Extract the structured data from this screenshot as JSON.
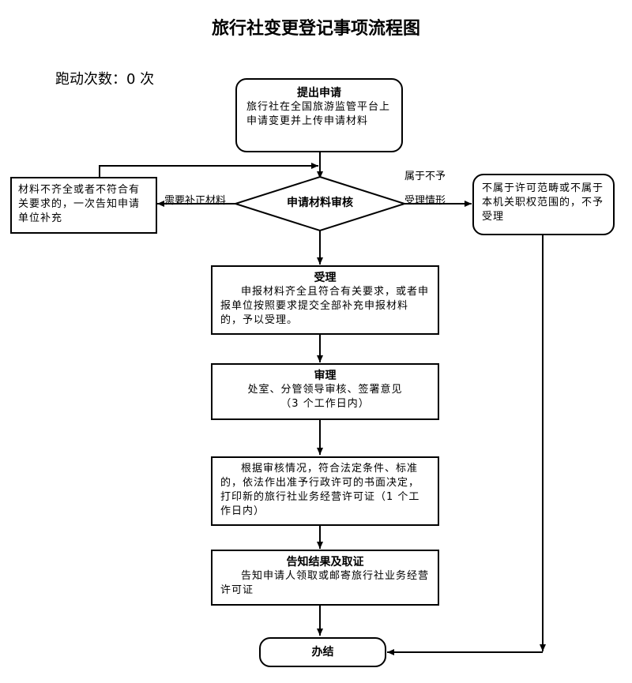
{
  "title": "旅行社变更登记事项流程图",
  "run_count": "跑动次数：0 次",
  "apply": {
    "heading": "提出申请",
    "text": "旅行社在全国旅游监管平台上申请变更并上传申请材料"
  },
  "review_materials": {
    "label": "申请材料审核"
  },
  "left_box": {
    "text": "材料不齐全或者不符合有关要求的，一次告知申请单位补充"
  },
  "left_label": "需要补正材料",
  "right_label_1": "属于不予",
  "right_label_2": "受理情形",
  "right_box": {
    "text": "不属于许可范畴或不属于本机关职权范围的，不予受理"
  },
  "accept": {
    "heading": "受理",
    "text": "申报材料齐全且符合有关要求，或者申报单位按照要求提交全部补充申报材料的，予以受理。"
  },
  "examine": {
    "heading": "审理",
    "line1": "处室、分管领导审核、签署意见",
    "line2": "（3 个工作日内）"
  },
  "decide": {
    "text": "根据审核情况，符合法定条件、标准的，依法作出准予行政许可的书面决定，打印新的旅行社业务经营许可证（1 个工作日内）"
  },
  "notify": {
    "heading": "告知结果及取证",
    "text": "告知申请人领取或邮寄旅行社业务经营许可证"
  },
  "finish": {
    "label": "办结"
  }
}
